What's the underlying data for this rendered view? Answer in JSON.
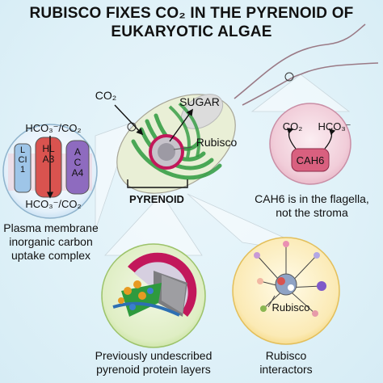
{
  "title": {
    "line1": "RUBISCO FIXES CO₂ IN THE PYRENOID OF",
    "line2": "EUKARYOTIC ALGAE"
  },
  "cell": {
    "co2_label": "CO₂",
    "sugar_label": "SUGAR",
    "rubisco_label": "Rubisco",
    "pyrenoid_label": "PYRENOID"
  },
  "uptake_complex": {
    "top_label": "HCO₃⁻/CO₂",
    "bottom_label": "HCO₃⁻/CO₂",
    "proteins": [
      "LCI1",
      "HLA3",
      "ACA4"
    ],
    "caption_lines": [
      "Plasma membrane",
      "inorganic carbon",
      "uptake complex"
    ]
  },
  "cah6_panel": {
    "left_label": "CO₂",
    "right_label": "HCO₃⁻",
    "enzyme_label": "CAH6",
    "caption_lines": [
      "CAH6 is in the flagella,",
      "not the stroma"
    ]
  },
  "pyrenoid_layers_panel": {
    "caption_lines": [
      "Previously undescribed",
      "pyrenoid protein layers"
    ]
  },
  "interactors_panel": {
    "center_label": "Rubisco",
    "caption_lines": [
      "Rubisco",
      "interactors"
    ]
  },
  "colors": {
    "membrane_pink": "#c2185b",
    "chloroplast_green": "#2e9a3e",
    "cell_fill": "#e9efd6",
    "panel_fill": "#f6dfe6",
    "hla3_red": "#d9534f",
    "aca4_purple": "#8e6bbf",
    "lci1_blue": "#9ec5e8"
  }
}
